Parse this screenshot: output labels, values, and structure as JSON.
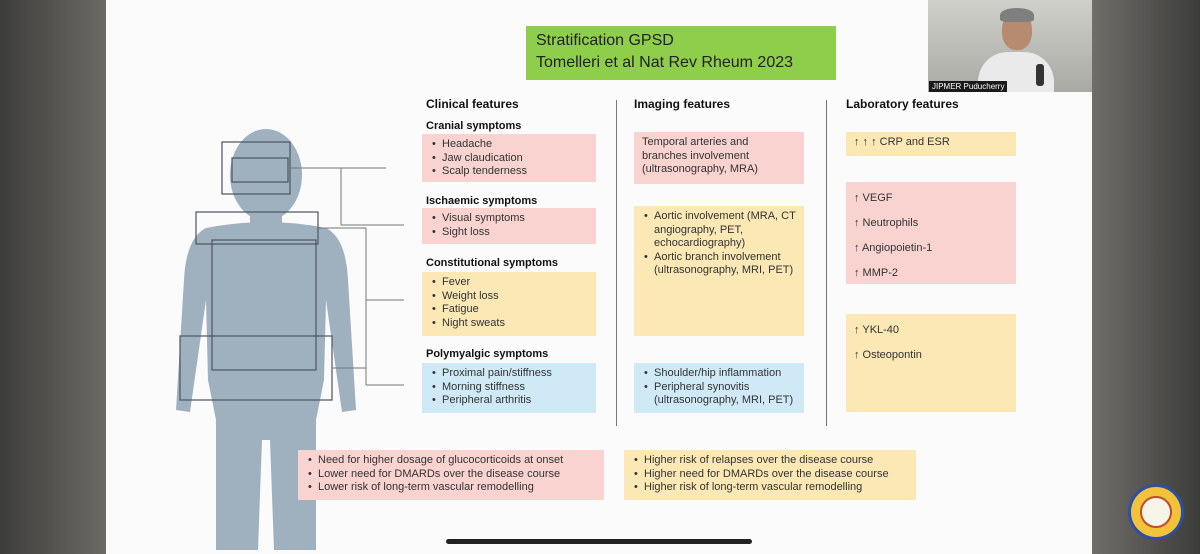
{
  "slide": {
    "title_line1": "Stratification GPSD",
    "title_line2": "Tomelleri et al Nat Rev Rheum 2023",
    "clinical_header": "Clinical features",
    "imaging_header": "Imaging features",
    "laboratory_header": "Laboratory features",
    "cranial": {
      "heading": "Cranial symptoms",
      "items": [
        "Headache",
        "Jaw claudication",
        "Scalp tenderness"
      ]
    },
    "ischaemic": {
      "heading": "Ischaemic symptoms",
      "items": [
        "Visual symptoms",
        "Sight loss"
      ]
    },
    "constitutional": {
      "heading": "Constitutional symptoms",
      "items": [
        "Fever",
        "Weight loss",
        "Fatigue",
        "Night sweats"
      ]
    },
    "polymyalgic": {
      "heading": "Polymyalgic symptoms",
      "items": [
        "Proximal pain/stiffness",
        "Morning stiffness",
        "Peripheral arthritis"
      ]
    },
    "imaging_cranial": "Temporal arteries and branches involvement (ultrasonography, MRA)",
    "imaging_aortic": [
      "Aortic involvement (MRA, CT angiography, PET, echocardiography)",
      "Aortic branch involvement (ultrasonography, MRI, PET)"
    ],
    "imaging_polymyalgic": [
      "Shoulder/hip inflammation",
      "Peripheral synovitis (ultrasonography, MRI, PET)"
    ],
    "lab_crp": "↑ ↑ ↑ CRP and ESR",
    "lab_pink": [
      "↑ VEGF",
      "↑ Neutrophils",
      "↑ Angiopoietin-1",
      "↑ MMP-2"
    ],
    "lab_yellow": [
      "↑ YKL-40",
      "↑ Osteopontin"
    ],
    "bottom_pink": [
      "Need for higher dosage of glucocorticoids at onset",
      "Lower need for DMARDs over the disease course",
      "Lower risk of long-term vascular remodelling"
    ],
    "bottom_yellow": [
      "Higher risk of relapses over the disease course",
      "Higher need for DMARDs over the disease course",
      "Higher risk of long-term vascular remodelling"
    ]
  },
  "webcam": {
    "label": "JIPMER Puducherry"
  },
  "colors": {
    "pink": "#f9d3cf",
    "yellow": "#fbe8b4",
    "blue": "#cfe9f7",
    "title_green": "#8fce4a"
  }
}
